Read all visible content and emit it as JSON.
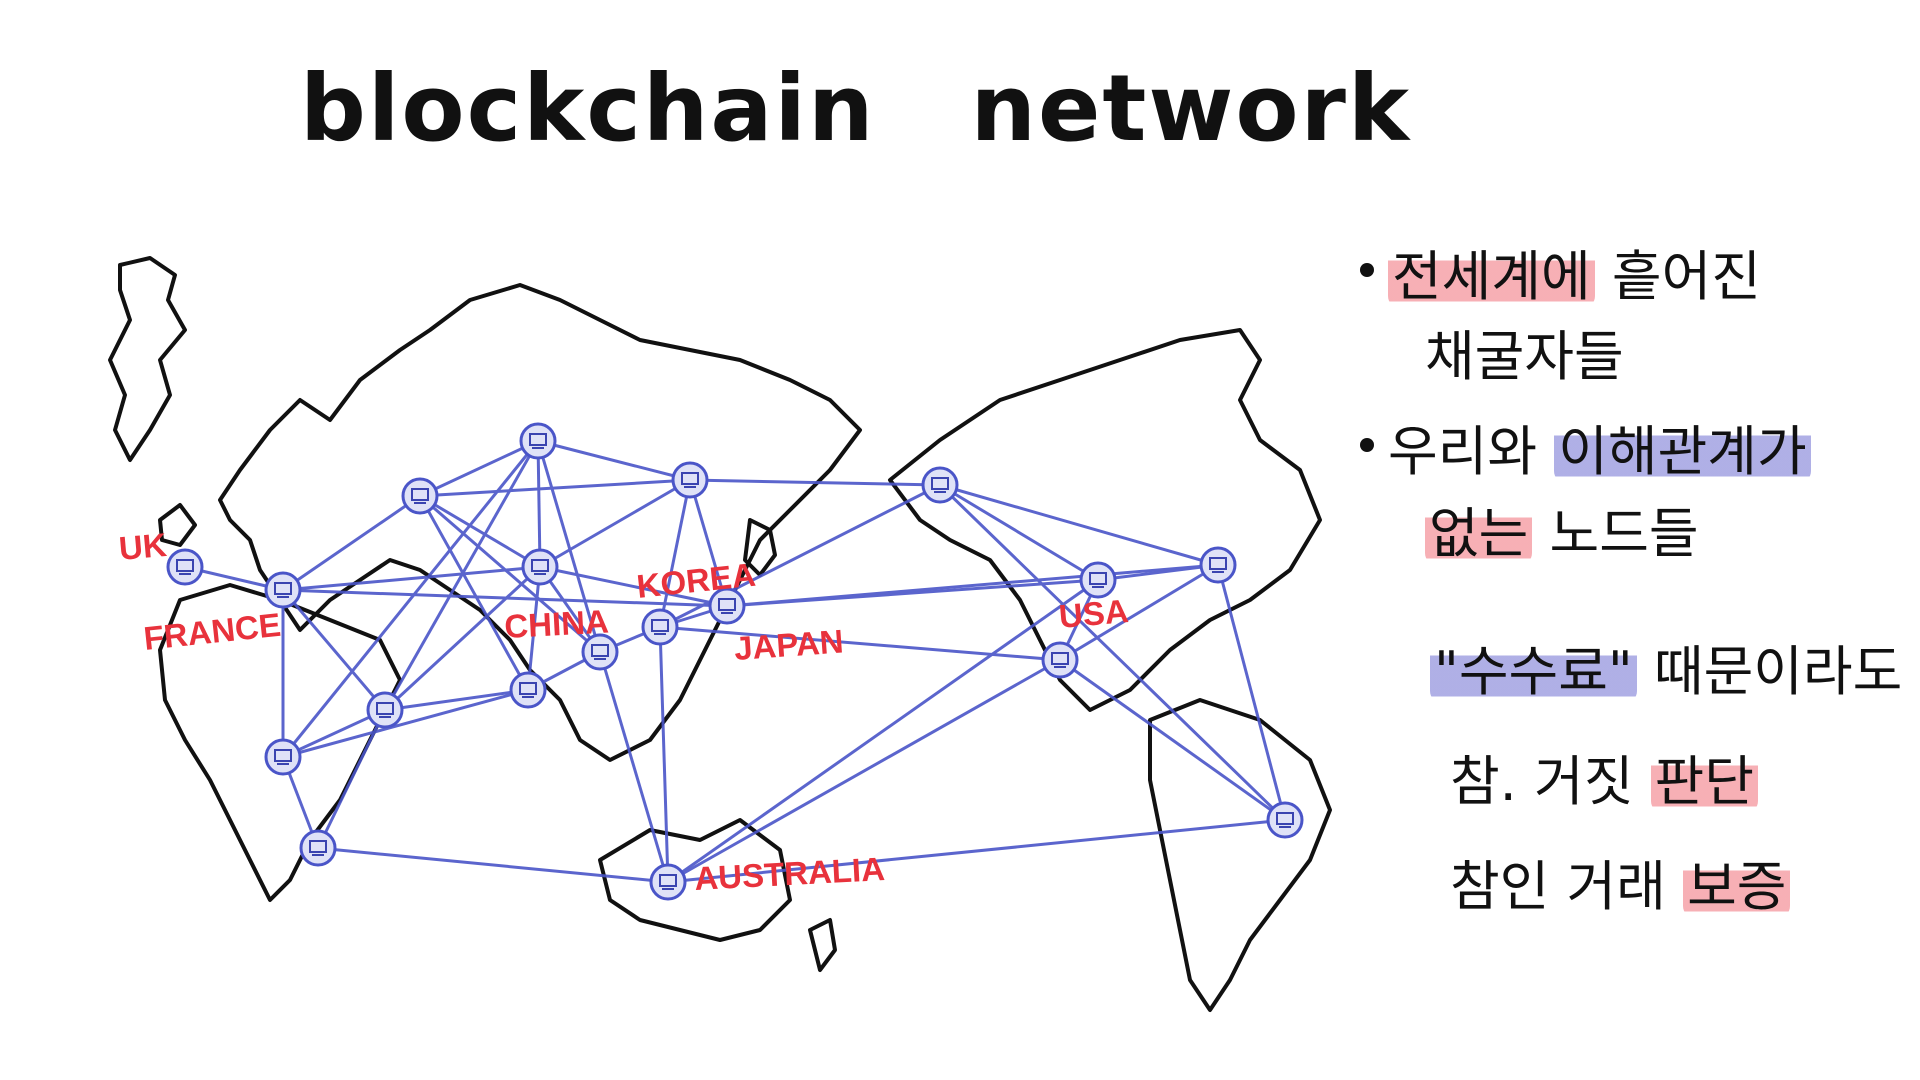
{
  "title": {
    "word1": "blockchain",
    "word2": "network"
  },
  "map": {
    "country_labels": [
      "UK",
      "FRANCE",
      "CHINA",
      "KOREA",
      "JAPAN",
      "USA",
      "AUSTRALIA"
    ],
    "edge_color": "#4a55c8",
    "label_color": "#e8323c"
  },
  "notes": {
    "item1": {
      "highlight": "전세계에",
      "rest": "흩어진",
      "line2": "채굴자들"
    },
    "item2": {
      "prefix": "우리와",
      "highlight": "이해관계가",
      "line2_highlight": "없는",
      "line2_rest": "노드들"
    },
    "fee": {
      "highlight": "\"수수료\"",
      "rest": "때문이라도"
    },
    "judge": {
      "prefix": "참. 거짓",
      "highlight": "판단"
    },
    "guarantee": {
      "prefix": "참인 거래",
      "highlight": "보증"
    },
    "highlight_colors": {
      "red": "#f06e78",
      "blue": "#6e6ed2"
    }
  }
}
